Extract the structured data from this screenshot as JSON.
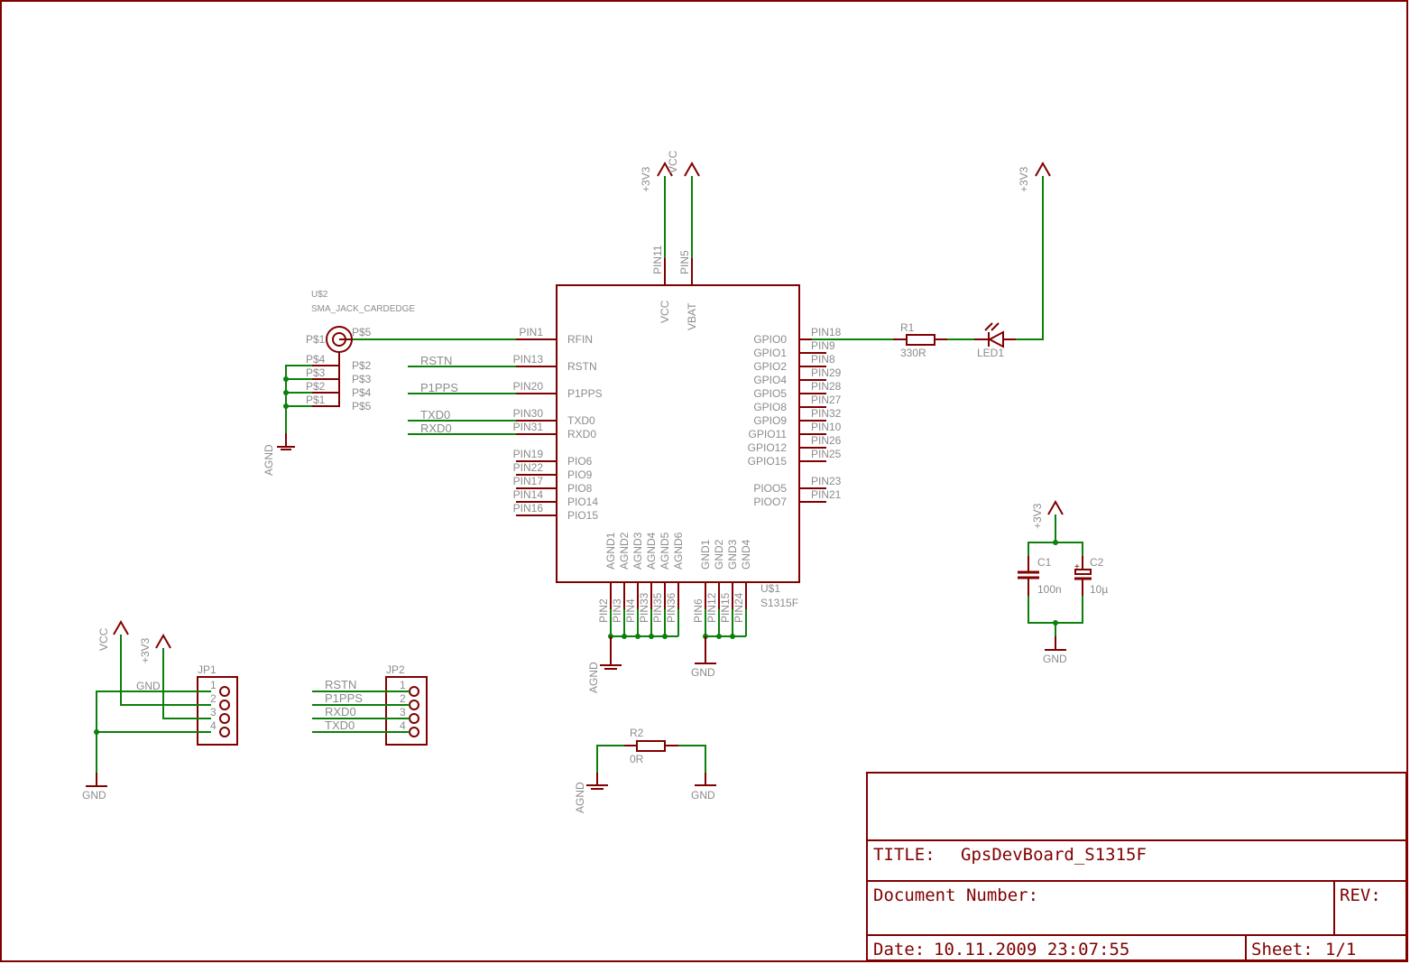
{
  "schematic": {
    "u1": {
      "ref": "U$1",
      "value": "S1315F",
      "top_pins": [
        {
          "name": "VCC",
          "pin": "PIN11",
          "net": "+3V3"
        },
        {
          "name": "VBAT",
          "pin": "PIN5",
          "net": "VCC"
        }
      ],
      "left_pins": [
        {
          "name": "RFIN",
          "pin": "PIN1"
        },
        {
          "name": "RSTN",
          "pin": "PIN13",
          "net": "RSTN"
        },
        {
          "name": "P1PPS",
          "pin": "PIN20",
          "net": "P1PPS"
        },
        {
          "name": "TXD0",
          "pin": "PIN30",
          "net": "TXD0"
        },
        {
          "name": "RXD0",
          "pin": "PIN31",
          "net": "RXD0"
        },
        {
          "name": "PIO6",
          "pin": "PIN19"
        },
        {
          "name": "PIO9",
          "pin": "PIN22"
        },
        {
          "name": "PIO8",
          "pin": "PIN17"
        },
        {
          "name": "PIO14",
          "pin": "PIN14"
        },
        {
          "name": "PIO15",
          "pin": "PIN16"
        }
      ],
      "right_pins": [
        {
          "name": "GPIO0",
          "pin": "PIN18"
        },
        {
          "name": "GPIO1",
          "pin": "PIN9"
        },
        {
          "name": "GPIO2",
          "pin": "PIN8"
        },
        {
          "name": "GPIO4",
          "pin": "PIN29"
        },
        {
          "name": "GPIO5",
          "pin": "PIN28"
        },
        {
          "name": "GPIO8",
          "pin": "PIN27"
        },
        {
          "name": "GPIO9",
          "pin": "PIN32"
        },
        {
          "name": "GPIO11",
          "pin": "PIN10"
        },
        {
          "name": "GPIO12",
          "pin": "PIN26"
        },
        {
          "name": "GPIO15",
          "pin": "PIN25"
        },
        {
          "name": "PIOO5",
          "pin": "PIN23"
        },
        {
          "name": "PIOO7",
          "pin": "PIN21"
        }
      ],
      "bottom_pins": [
        {
          "name": "AGND1",
          "pin": "PIN2"
        },
        {
          "name": "AGND2",
          "pin": "PIN3"
        },
        {
          "name": "AGND3",
          "pin": "PIN4"
        },
        {
          "name": "AGND4",
          "pin": "PIN33"
        },
        {
          "name": "AGND5",
          "pin": "PIN35"
        },
        {
          "name": "AGND6",
          "pin": "PIN36"
        },
        {
          "name": "GND1",
          "pin": "PIN6"
        },
        {
          "name": "GND2",
          "pin": "PIN12"
        },
        {
          "name": "GND3",
          "pin": "PIN15"
        },
        {
          "name": "GND4",
          "pin": "PIN24"
        }
      ]
    },
    "u2": {
      "ref": "U$2",
      "value": "SMA_JACK_CARDEDGE",
      "center_pin": "P$1",
      "signal_pin": "P$5",
      "left_pins": [
        "P$4",
        "P$3",
        "P$2",
        "P$1"
      ],
      "right_labels": [
        "P$2",
        "P$3",
        "P$4",
        "P$5"
      ]
    },
    "r1": {
      "ref": "R1",
      "value": "330R"
    },
    "led1": {
      "ref": "LED1"
    },
    "r2": {
      "ref": "R2",
      "value": "0R"
    },
    "c1": {
      "ref": "C1",
      "value": "100n"
    },
    "c2": {
      "ref": "C2",
      "value": "10µ",
      "polarity": "+"
    },
    "jp1": {
      "ref": "JP1",
      "pins": [
        "1",
        "2",
        "3",
        "4"
      ],
      "net_labels": [
        "GND"
      ],
      "supplies": [
        "VCC",
        "+3V3"
      ]
    },
    "jp2": {
      "ref": "JP2",
      "pins": [
        "1",
        "2",
        "3",
        "4"
      ],
      "nets": [
        "RSTN",
        "P1PPS",
        "RXD0",
        "TXD0"
      ]
    },
    "supplies": {
      "v3v3": "+3V3",
      "vcc": "VCC",
      "gnd": "GND",
      "agnd": "AGND"
    }
  },
  "title_block": {
    "title_label": "TITLE:",
    "title_value": "GpsDevBoard_S1315F",
    "doc_number_label": "Document Number:",
    "rev_label": "REV:",
    "date_label": "Date:",
    "date_value": "10.11.2009 23:07:55",
    "sheet_label": "Sheet:",
    "sheet_value": "1/1"
  },
  "colors": {
    "symbol": "#800000",
    "wire": "#0b800b",
    "text": "#8c8c8c",
    "background": "#ffffff"
  }
}
